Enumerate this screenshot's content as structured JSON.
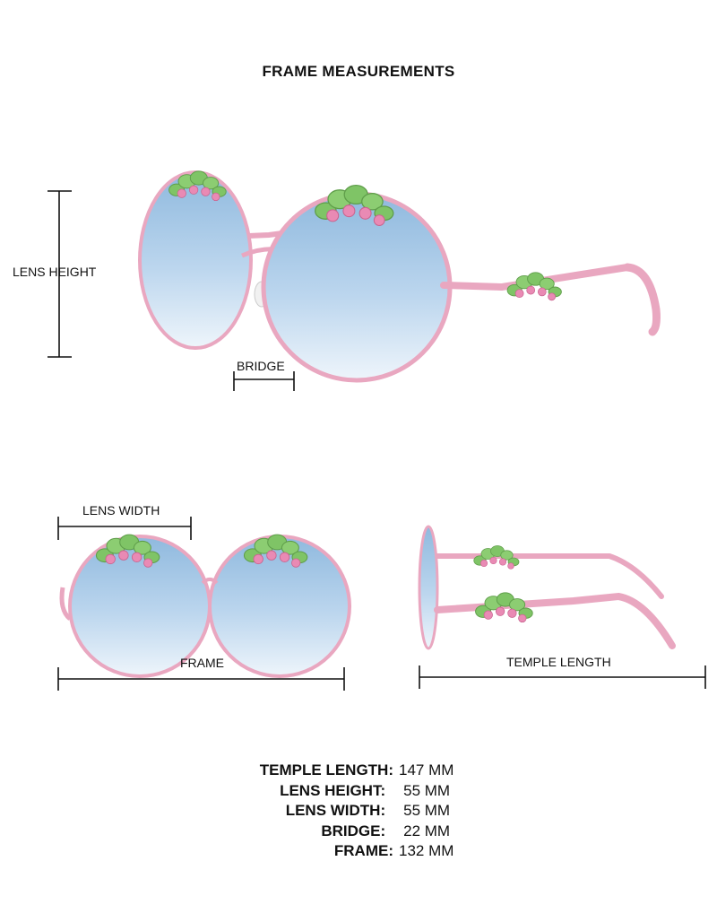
{
  "title": "FRAME MEASUREMENTS",
  "labels": {
    "lens_height": "LENS HEIGHT",
    "bridge": "BRIDGE",
    "lens_width": "LENS WIDTH",
    "frame": "FRAME",
    "temple_length": "TEMPLE LENGTH"
  },
  "colors": {
    "frame_pink": "#e9a7c0",
    "lens_blue_top": "#8fb9de",
    "lens_blue_bottom": "#e8f2fa",
    "leaf_green": "#7fc466",
    "berry_pink": "#e98ab4"
  },
  "measurements": [
    {
      "label": "TEMPLE LENGTH:",
      "value": "147 MM"
    },
    {
      "label": "LENS HEIGHT:",
      "value": "55 MM"
    },
    {
      "label": "LENS WIDTH:",
      "value": "55 MM"
    },
    {
      "label": "BRIDGE:",
      "value": "22 MM"
    },
    {
      "label": "FRAME:",
      "value": "132 MM"
    }
  ]
}
